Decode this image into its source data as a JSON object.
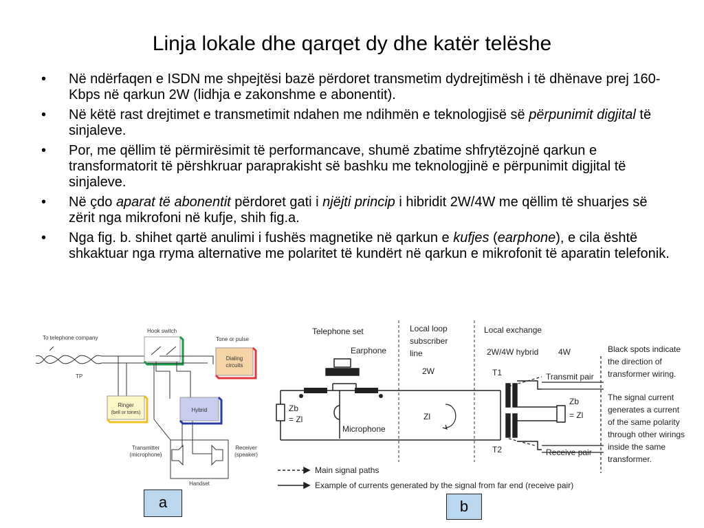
{
  "title": "Linja lokale dhe qarqet dy dhe katër telëshe",
  "bullet_char": "•",
  "bullets": [
    {
      "p1": "Në ndërfaqen e ISDN me shpejtësi bazë përdoret transmetim dydrejtimësh i të dhënave prej 160-Kbps në qarkun 2W (lidhja e zakonshme e abonentit)."
    },
    {
      "p1": "Në këtë rast drejtimet e transmetimit ndahen me ndihmën e teknologjisë së ",
      "i1": "përpunimit digjital",
      "p2": " të sinjaleve."
    },
    {
      "p1": "Por, me qëllim të përmirësimit të performancave, shumë zbatime shfrytëzojnë qarkun e transformatorit të përshkruar paraprakisht së bashku me teknologjinë e përpunimit digjital të sinjaleve."
    },
    {
      "p1": "Në çdo ",
      "i1": "aparat të abonentit",
      "p2": " përdoret gati i ",
      "i2": "njëjti princip",
      "p3": " i hibridit 2W/4W me qëllim të shuarjes së zërit nga mikrofoni në kufje, shih fig.a."
    },
    {
      "p1": "Nga fig. b. shihet qartë anulimi i fushës magnetike në qarkun e ",
      "i1": "kufjes",
      "p2": " (",
      "i2": "earphone",
      "p3": "), e cila është shkaktuar nga rryma alternative me polaritet të kundërt në qarkun e mikrofonit të aparatin telefonik."
    }
  ],
  "fig_a": {
    "to_company": "To telephone company",
    "tp": "TP",
    "hook_switch": "Hook switch",
    "tone_or_pulse": "Tone or pulse",
    "dialing_1": "Dialing",
    "dialing_2": "circuits",
    "ringer_1": "Ringer",
    "ringer_2": "(bell or tones)",
    "hybrid": "Hybrid",
    "transmitter_1": "Transmitter",
    "transmitter_2": "(microphone)",
    "receiver_1": "Receiver",
    "receiver_2": "(speaker)",
    "handset": "Handset",
    "label": "a",
    "colors": {
      "hook": "#1a9a4a",
      "dialing": "#e03a3a",
      "dialing_fill": "#f6d4a8",
      "ringer": "#f0c020",
      "ringer_fill": "#fdf7c8",
      "hybrid": "#2a3aa8",
      "hybrid_fill": "#c8ccef"
    }
  },
  "fig_b": {
    "telephone_set": "Telephone set",
    "earphone": "Earphone",
    "local_loop_1": "Local loop",
    "local_loop_2": "subscriber",
    "local_loop_3": "line",
    "w2": "2W",
    "local_exchange": "Local exchange",
    "hybrid_label": "2W/4W hybrid",
    "w4": "4W",
    "zb_1": "Zb",
    "zb_2": "= Zl",
    "zl": "Zl",
    "microphone": "Microphone",
    "t1": "T1",
    "t2": "T2",
    "transmit_pair": "Transmit pair",
    "receive_pair": "Receive pair",
    "zb_r_1": "Zb",
    "zb_r_2": "= Zl",
    "note1_1": "Black spots indicate",
    "note1_2": "the direction of",
    "note1_3": "transformer wiring.",
    "note2_1": "The signal current",
    "note2_2": "generates a current",
    "note2_3": "of the same polarity",
    "note2_4": "through other wirings",
    "note2_5": "inside the same",
    "note2_6": "transformer.",
    "legend_main": "Main signal paths",
    "legend_example": "Example of currents generated by the signal from far end (receive pair)",
    "label": "b"
  }
}
